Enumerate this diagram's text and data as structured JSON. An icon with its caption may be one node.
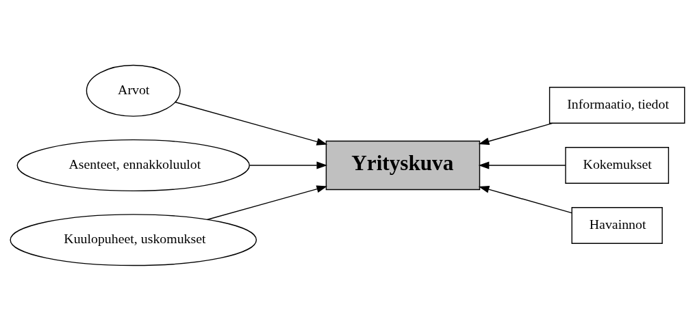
{
  "diagram": {
    "nodes": [
      {
        "text": [
          "Arvot"
        ]
      },
      {
        "text": [
          "Asenteet, ennakkoluulot"
        ]
      },
      {
        "text": [
          "Kuulopuheet, uskomukset"
        ]
      },
      {
        "text": [
          "Yrityskuva"
        ]
      },
      {
        "text": [
          "Informaatio, tiedot"
        ]
      },
      {
        "text": [
          "Kokemukset"
        ]
      },
      {
        "text": [
          "Havainnot"
        ]
      }
    ],
    "edges": [
      {
        "from": 0,
        "to": 3,
        "arrow": "to"
      },
      {
        "from": 4,
        "to": 3,
        "arrow": "to"
      },
      {
        "from": 1,
        "to": 3,
        "arrow": "to"
      },
      {
        "from": 5,
        "to": 3,
        "arrow": "to"
      },
      {
        "from": 2,
        "to": 3,
        "arrow": "to"
      },
      {
        "from": 6,
        "to": 3,
        "arrow": "to"
      }
    ]
  }
}
